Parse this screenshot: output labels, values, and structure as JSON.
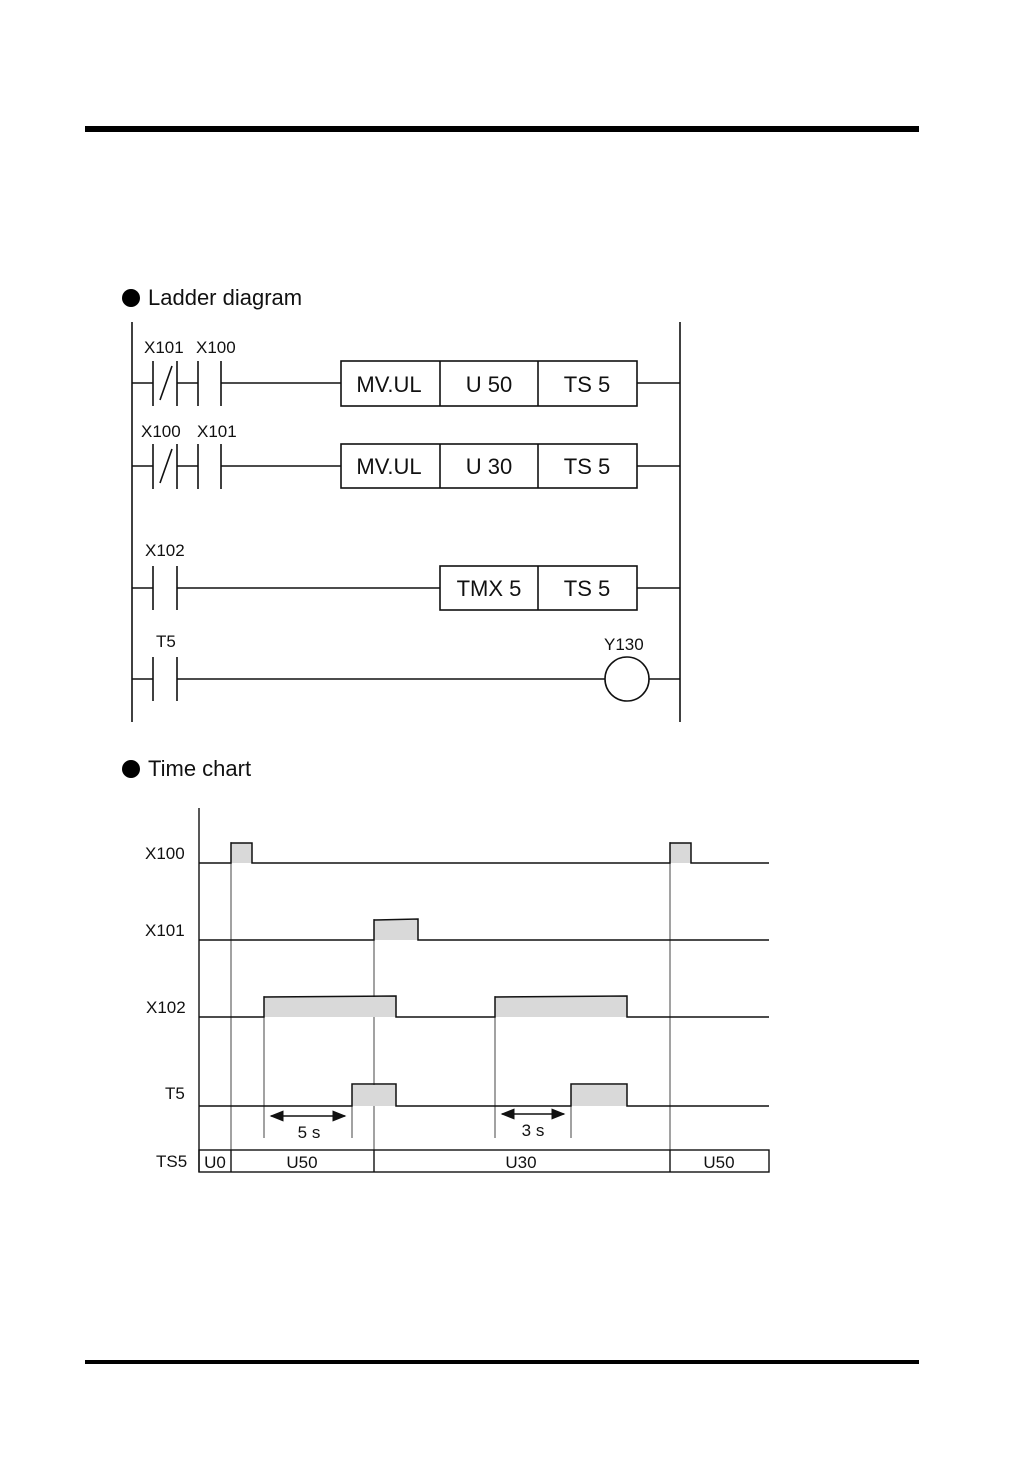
{
  "ladder": {
    "heading": "Ladder diagram",
    "rung1": {
      "contact_nc": "X101",
      "contact_no": "X100",
      "instr": "MV.UL",
      "op1": "U 50",
      "op2": "TS 5"
    },
    "rung2": {
      "contact_nc": "X100",
      "contact_no": "X101",
      "instr": "MV.UL",
      "op1": "U 30",
      "op2": "TS 5"
    },
    "rung3": {
      "contact_no": "X102",
      "instr": "TMX 5",
      "op2": "TS 5"
    },
    "rung4": {
      "contact_no": "T5",
      "coil": "Y130"
    }
  },
  "timechart": {
    "heading": "Time chart",
    "signals": [
      "X100",
      "X101",
      "X102",
      "T5"
    ],
    "ts_label": "TS5",
    "ts_segments": [
      "U0",
      "U50",
      "U30",
      "U50"
    ],
    "delay1": "5 s",
    "delay2": "3 s"
  }
}
